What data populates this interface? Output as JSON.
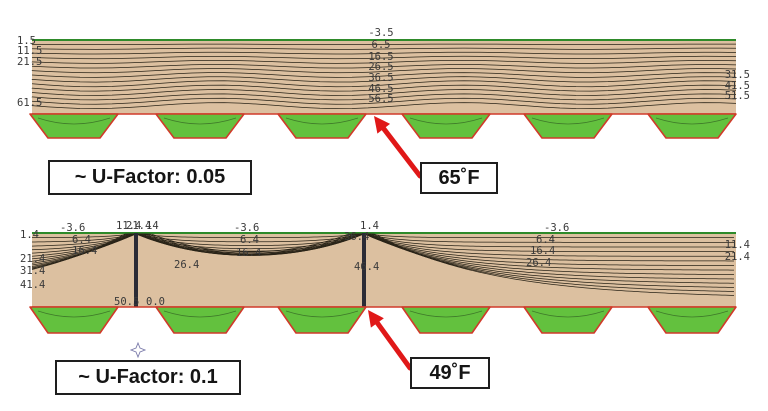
{
  "colors": {
    "wall_fill": "#dcc0a0",
    "contour_line": "#2a2418",
    "green_cavity": "#63c13e",
    "red_edge": "#d03a2a",
    "arrow": "#e01818",
    "stud": "#2b2b35"
  },
  "top_panel": {
    "callout": "~ U-Factor: 0.05",
    "surface_temp": "65˚F",
    "isotherm_labels": {
      "left": [
        "1.5",
        "11.5",
        "21.5",
        "61.5"
      ],
      "center": [
        "-3.5",
        "6.5",
        "16.5",
        "26.5",
        "36.5",
        "46.5",
        "56.5"
      ],
      "right": [
        "31.5",
        "41.5",
        "51.5"
      ]
    }
  },
  "bottom_panel": {
    "callout": "~ U-Factor: 0.1",
    "surface_temp": "49˚F",
    "isotherm_labels": {
      "left_edge": [
        "1.4",
        "21.4",
        "31.4",
        "41.4"
      ],
      "left_stud_top": "11.4",
      "left_stud_top_b": "21.4",
      "left_stud_top_c": "14",
      "left_stud_bottom": "50.5",
      "left_stud_bottom_b": "0.0",
      "left_bay": [
        "-3.6",
        "6.4",
        "16.4"
      ],
      "mid_bay": [
        "-3.6",
        "6.4",
        "16.4",
        "26.4"
      ],
      "center_stud": [
        "1.4",
        "36.4",
        "46.4"
      ],
      "right_bay": [
        "-3.6",
        "6.4",
        "16.4",
        "26.4"
      ],
      "right_edge": [
        "11.4",
        "21.4"
      ]
    }
  }
}
